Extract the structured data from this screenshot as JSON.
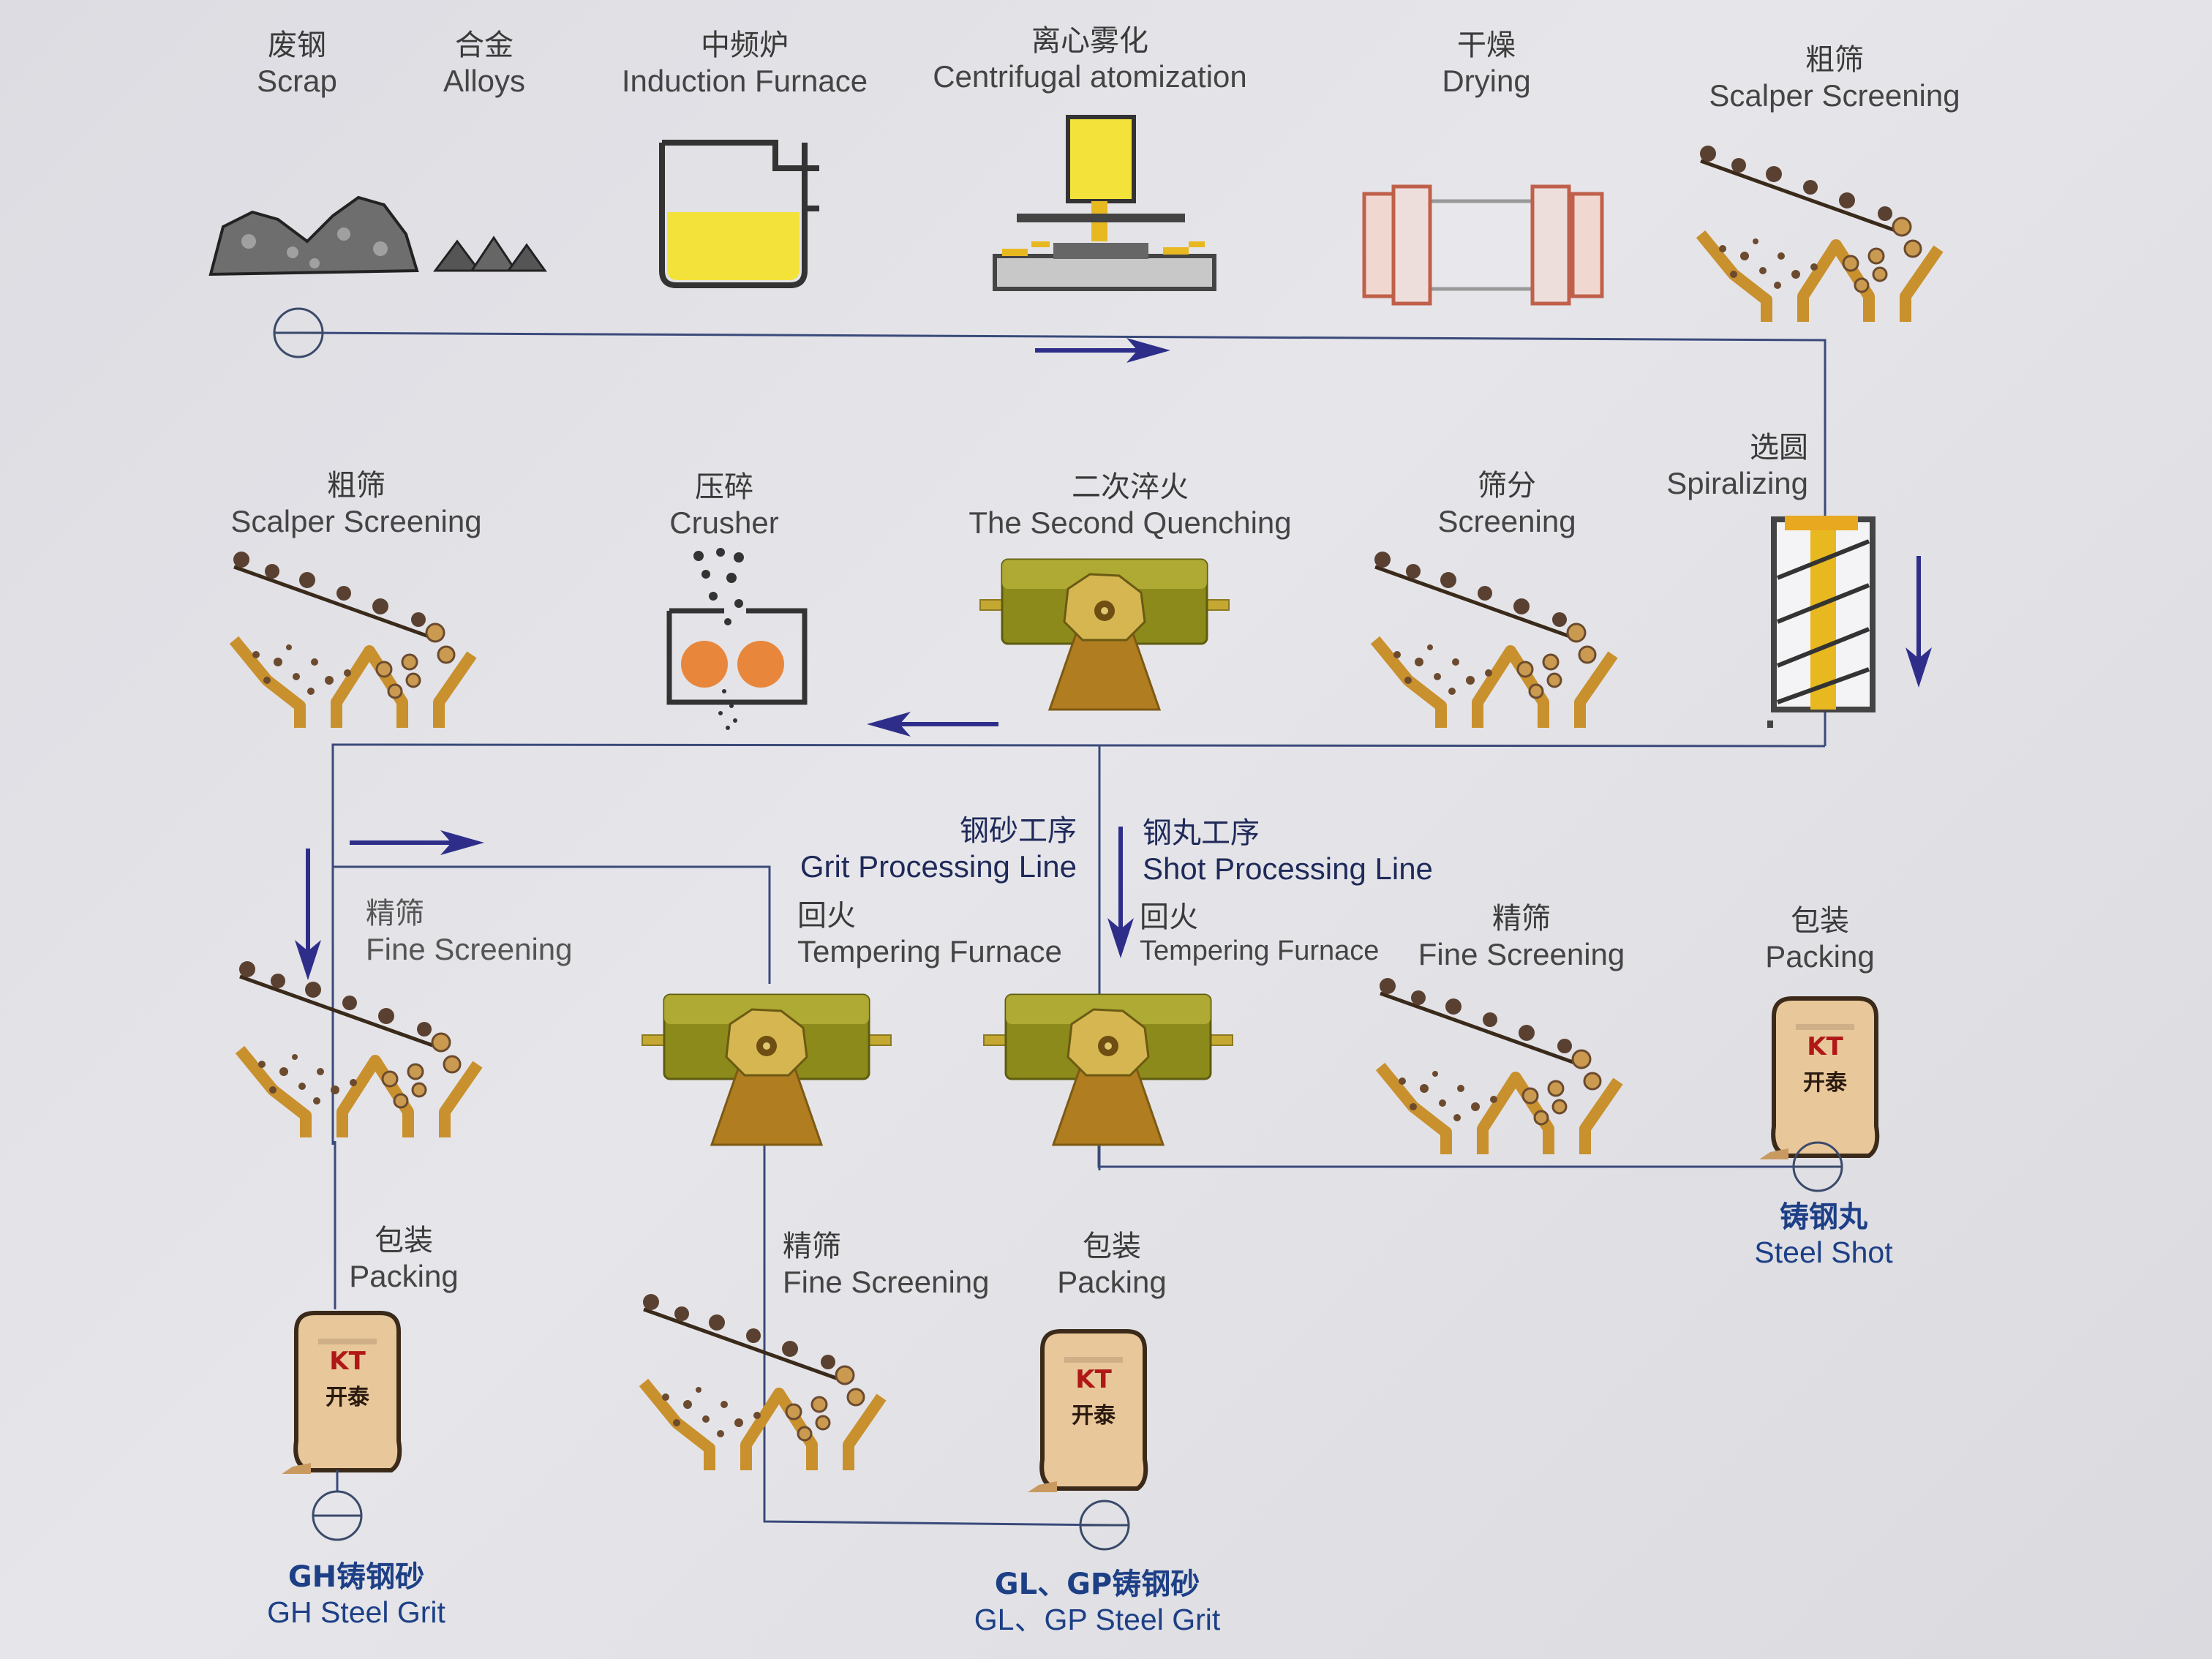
{
  "colors": {
    "line": "#3a4a7a",
    "arrow": "#2e2e8a",
    "gold": "#c9902e",
    "pellet": "#6b4a2e",
    "roller": "#8c8a1a",
    "yellow": "#f3e23a"
  },
  "row1": [
    {
      "zh": "废钢",
      "en": "Scrap"
    },
    {
      "zh": "合金",
      "en": "Alloys"
    },
    {
      "zh": "中频炉",
      "en": "Induction Furnace"
    },
    {
      "zh": "离心雾化",
      "en": "Centrifugal atomization"
    },
    {
      "zh": "干燥",
      "en": "Drying"
    },
    {
      "zh": "粗筛",
      "en": "Scalper Screening"
    }
  ],
  "row2": [
    {
      "zh": "选圆",
      "en": "Spiralizing"
    },
    {
      "zh": "筛分",
      "en": "Screening"
    },
    {
      "zh": "二次淬火",
      "en": "The Second Quenching"
    },
    {
      "zh": "压碎",
      "en": "Crusher"
    },
    {
      "zh": "粗筛",
      "en": "Scalper Screening"
    }
  ],
  "grit_line": {
    "zh": "钢砂工序",
    "en": "Grit Processing Line"
  },
  "shot_line": {
    "zh": "钢丸工序",
    "en": "Shot Processing Line"
  },
  "grit_steps": [
    {
      "zh": "精筛",
      "en": "Fine Screening"
    },
    {
      "zh": "回火",
      "en": "Tempering Furnace"
    },
    {
      "zh": "包装",
      "en": "Packing"
    },
    {
      "zh": "精筛",
      "en": "Fine Screening"
    },
    {
      "zh": "包装",
      "en": "Packing"
    }
  ],
  "shot_steps": [
    {
      "zh": "回火",
      "en": "Tempering Furnace"
    },
    {
      "zh": "精筛",
      "en": "Fine Screening"
    },
    {
      "zh": "包装",
      "en": "Packing"
    }
  ],
  "outputs": [
    {
      "zh": "GH铸钢砂",
      "en": "GH Steel Grit"
    },
    {
      "zh": "GL、GP铸钢砂",
      "en": "GL、GP Steel Grit"
    },
    {
      "zh": "铸钢丸",
      "en": "Steel Shot"
    }
  ],
  "bag_logo": {
    "mark": "KT",
    "text": "开泰"
  },
  "icons": [
    "scrap-pile-icon",
    "alloy-pile-icon",
    "induction-furnace-icon",
    "atomizer-icon",
    "drying-drum-icon",
    "screen-icon",
    "spiral-separator-icon",
    "quenching-drum-icon",
    "crusher-icon",
    "tempering-drum-icon",
    "packing-bag-icon"
  ]
}
